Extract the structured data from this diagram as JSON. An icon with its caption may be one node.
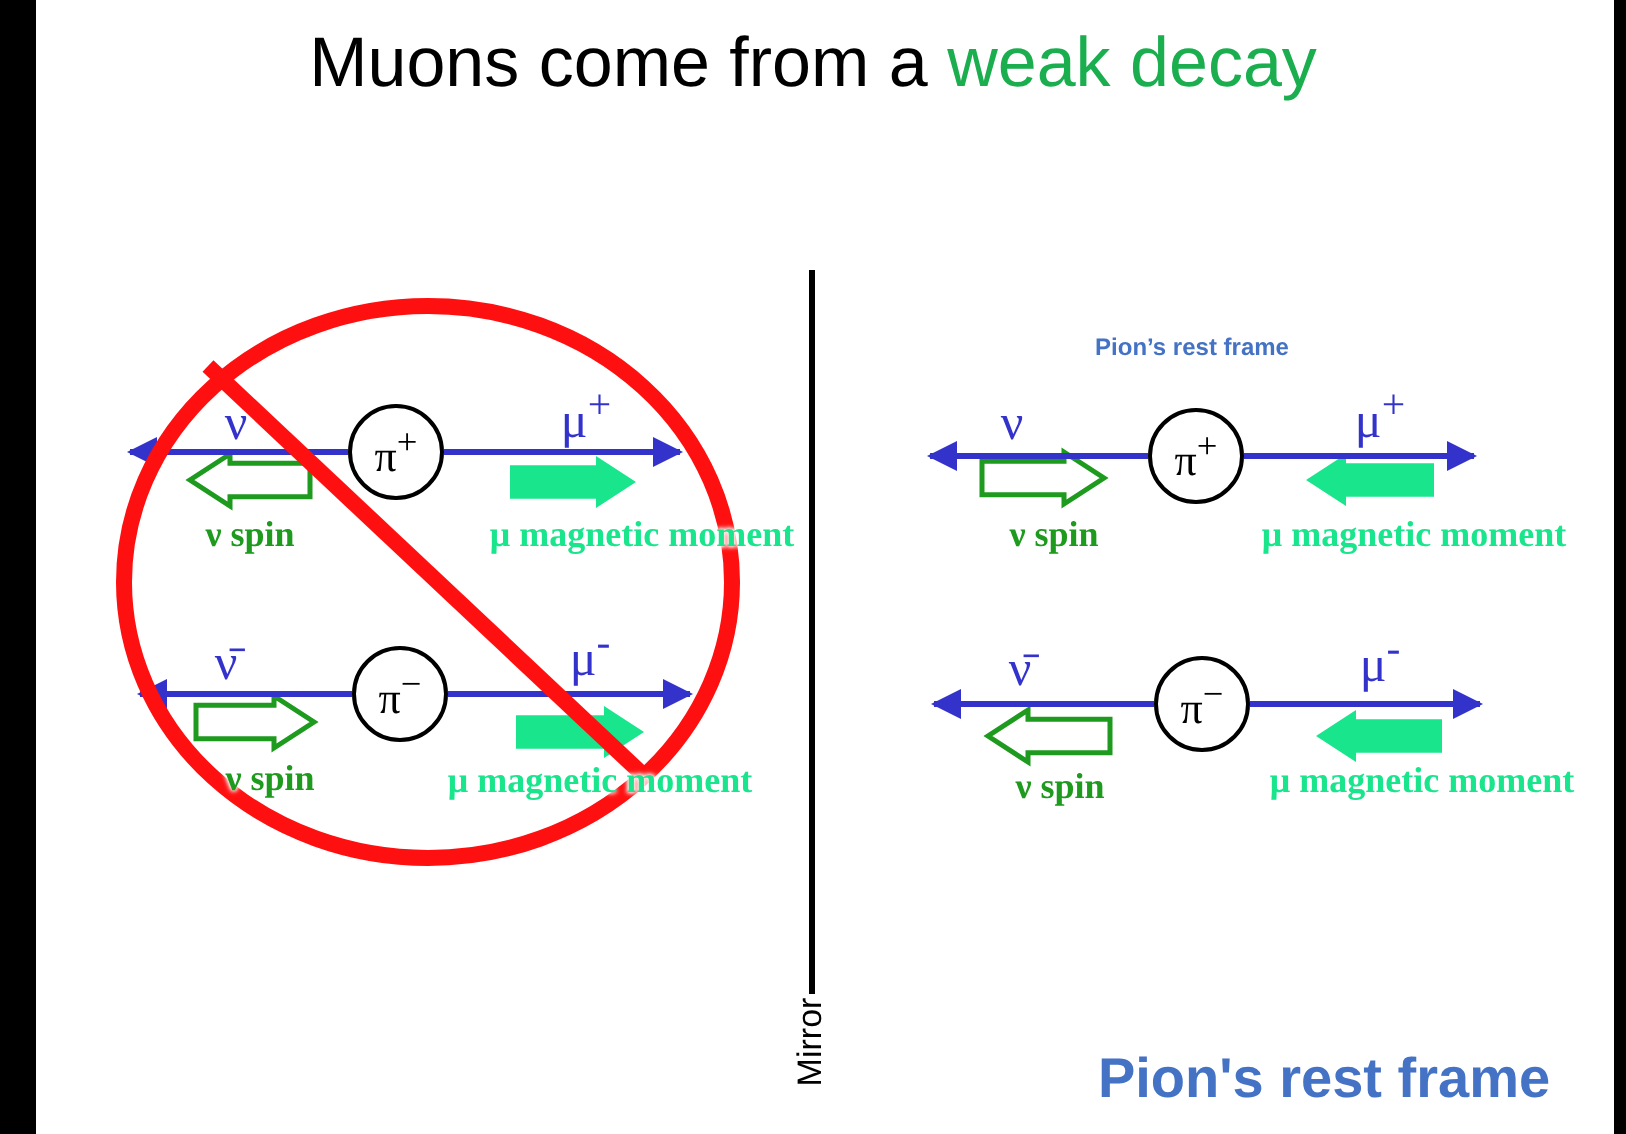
{
  "diagram": {
    "title": "Muons come from a **weak decay**",
    "nodes": [
      {
        "text": [
          "π$^{+}$"
        ]
      },
      {
        "text": [
          "π$^{−}$"
        ]
      },
      {
        "text": [
          "π$^{+}$"
        ]
      },
      {
        "text": [
          "π$^{−}$"
        ]
      }
    ],
    "edges": [
      {
        "from": 0,
        "to": null,
        "arrow": "to"
      },
      {
        "from": 0,
        "to": null,
        "arrow": "to"
      },
      {
        "from": 1,
        "to": null,
        "arrow": "to"
      },
      {
        "from": 1,
        "to": null,
        "arrow": "to"
      },
      {
        "from": 2,
        "to": null,
        "arrow": "to"
      },
      {
        "from": 2,
        "to": null,
        "arrow": "to"
      },
      {
        "from": 3,
        "to": null,
        "arrow": "to"
      },
      {
        "from": 3,
        "to": null,
        "arrow": "to"
      }
    ],
    "labels": [
      "Pion’s rest frame",
      "ν",
      "μ$^{+}$",
      "ν spin",
      "μ magnetic moment",
      "ν̄",
      "μ$^{-}$",
      "ν spin",
      "μ magnetic moment",
      "ν",
      "μ$^{+}$",
      "ν spin",
      "μ magnetic moment",
      "ν̄",
      "μ$^{-}$",
      "ν spin",
      "μ magnetic moment",
      "Mirror",
      "Pion's rest frame"
    ]
  }
}
